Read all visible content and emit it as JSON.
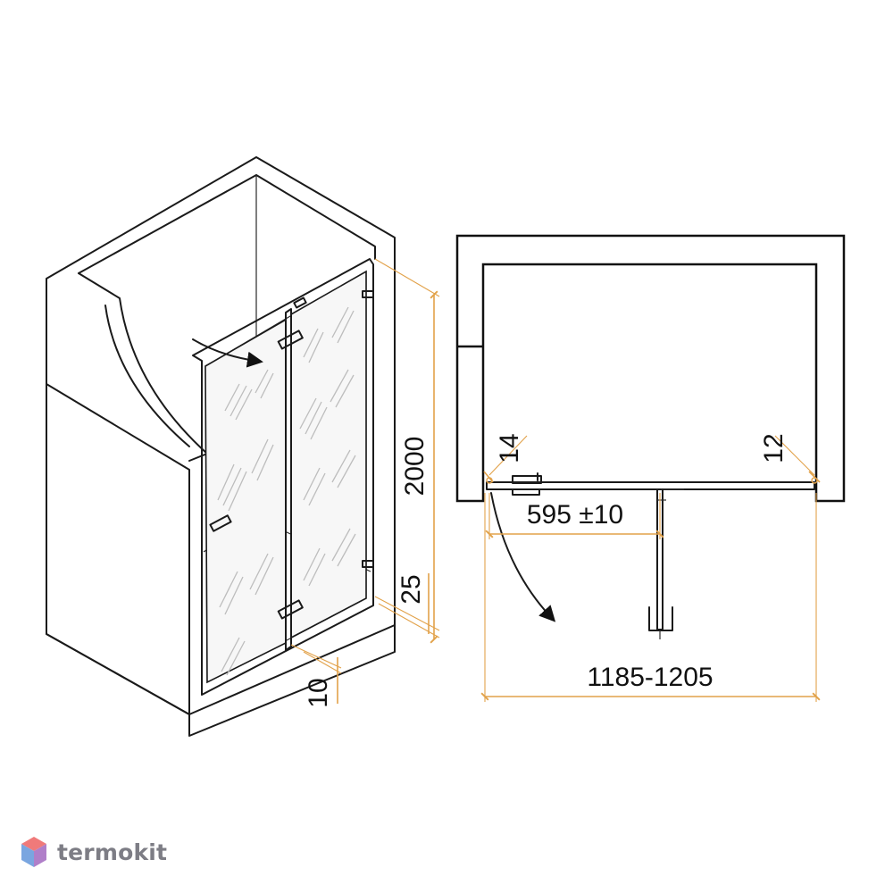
{
  "dimensions": {
    "height": "2000",
    "bottom_offset": "25",
    "threshold": "10",
    "left_gap": "14",
    "right_gap": "12",
    "door_width": "595 ±10",
    "total_width": "1185-1205"
  },
  "brand": {
    "name": "termokit",
    "icon": "cube-logo-icon",
    "colors": {
      "top": "#f07a7a",
      "left": "#7aa6e0",
      "right": "#b07fc9"
    }
  },
  "colors": {
    "dimension_line": "#e2a24a",
    "outline": "#1a1a1a"
  }
}
